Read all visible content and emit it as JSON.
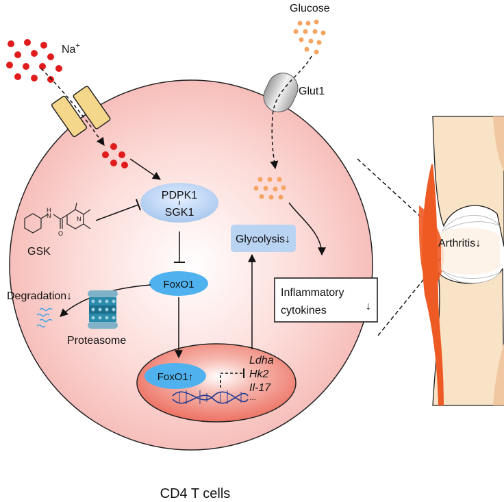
{
  "labels": {
    "na": "Na",
    "na_superscript": "+",
    "glucose": "Glucose",
    "glut1": "Glut1",
    "pdpk1": "PDPK1",
    "sgk1": "SGK1",
    "gsk": "GSK",
    "glycolysis": "Glycolysis↓",
    "foxo1": "FoxO1",
    "foxo1_nucleus": "FoxO1↑",
    "degradation": "Degradation↓",
    "proteasome": "Proteasome",
    "inflammatory_line1": "Inflammatory",
    "inflammatory_line2": "cytokines",
    "inflammatory_arrow": "↓",
    "arthritis": "Arthritis↓",
    "cd4": "CD4 T cells"
  },
  "genes": [
    "Ldha",
    "Hk2",
    "Il-17",
    "..."
  ],
  "colors": {
    "cell_fill": "#f8c7c4",
    "cell_stroke": "#222222",
    "nucleus_fill": "#ef7d6e",
    "sodium_dot": "#e01b1b",
    "glucose_dot": "#f5a462",
    "channel_fill": "#f5d78c",
    "transporter_fill": "#c8c8c8",
    "protein_blue": "#b9d3f3",
    "foxo_blue": "#4fb2ee",
    "bone_fill": "#f8e3c6",
    "inflammation_orange": "#ee5a24"
  }
}
